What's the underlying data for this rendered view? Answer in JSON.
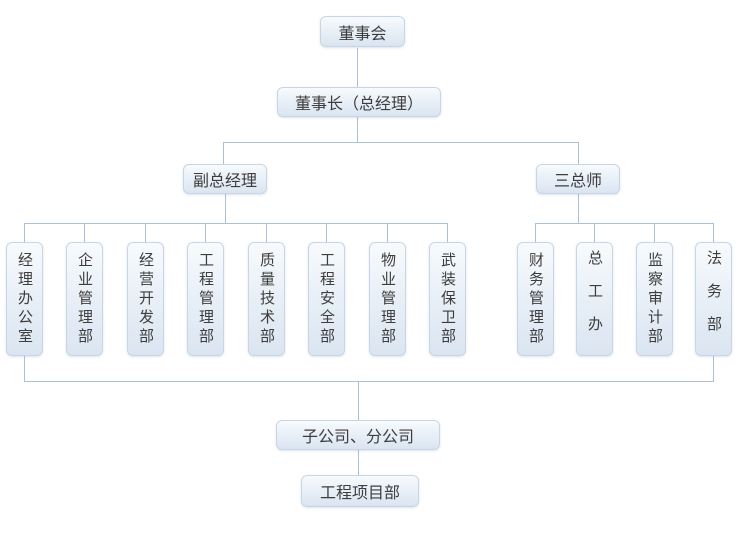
{
  "chart": {
    "type": "org-chart",
    "root": "董事会",
    "chairman": "董事长（总经理）",
    "branches": [
      {
        "label": "副总经理",
        "departments": [
          "经理办公室",
          "企业管理部",
          "经营开发部",
          "工程管理部",
          "质量技术部",
          "工程安全部",
          "物业管理部",
          "武装保卫部"
        ]
      },
      {
        "label": "三总师",
        "departments": [
          "财务管理部",
          "总工办",
          "监察审计部",
          "法务部"
        ]
      }
    ],
    "subsidiaries": "子公司、分公司",
    "project_dept": "工程项目部"
  },
  "colors": {
    "background": "#ffffff",
    "box_fill_top": "#f8fbfd",
    "box_fill_bottom": "#dbe5f1",
    "box_border": "#c6d6e7",
    "connector_line": "#aac1d9",
    "text": "#3d3d3d"
  }
}
